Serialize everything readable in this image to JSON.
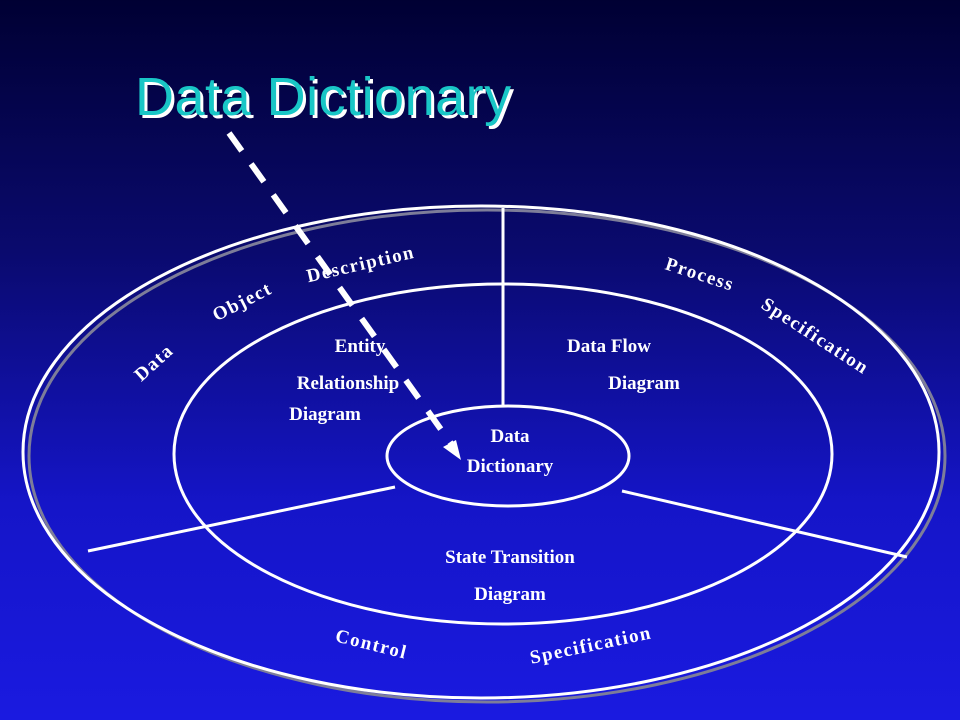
{
  "title": "Data Dictionary",
  "center": {
    "line1": "Data",
    "line2": "Dictionary"
  },
  "inner": {
    "erd": [
      "Entity",
      "Relationship",
      "Diagram"
    ],
    "dfd": [
      "Data Flow",
      "Diagram"
    ],
    "std": [
      "State Transition",
      "Diagram"
    ]
  },
  "outer": {
    "data_object_description": [
      "Data",
      "Object",
      "Description"
    ],
    "process_specification": [
      "Process",
      "Specification"
    ],
    "control_specification": [
      "Control",
      "Specification"
    ]
  },
  "colors": {
    "title": "#19c6c6",
    "title_shadow": "#ffffff",
    "lines": "#ffffff",
    "background_top": "#000033",
    "background_bottom": "#1a1ae0"
  }
}
